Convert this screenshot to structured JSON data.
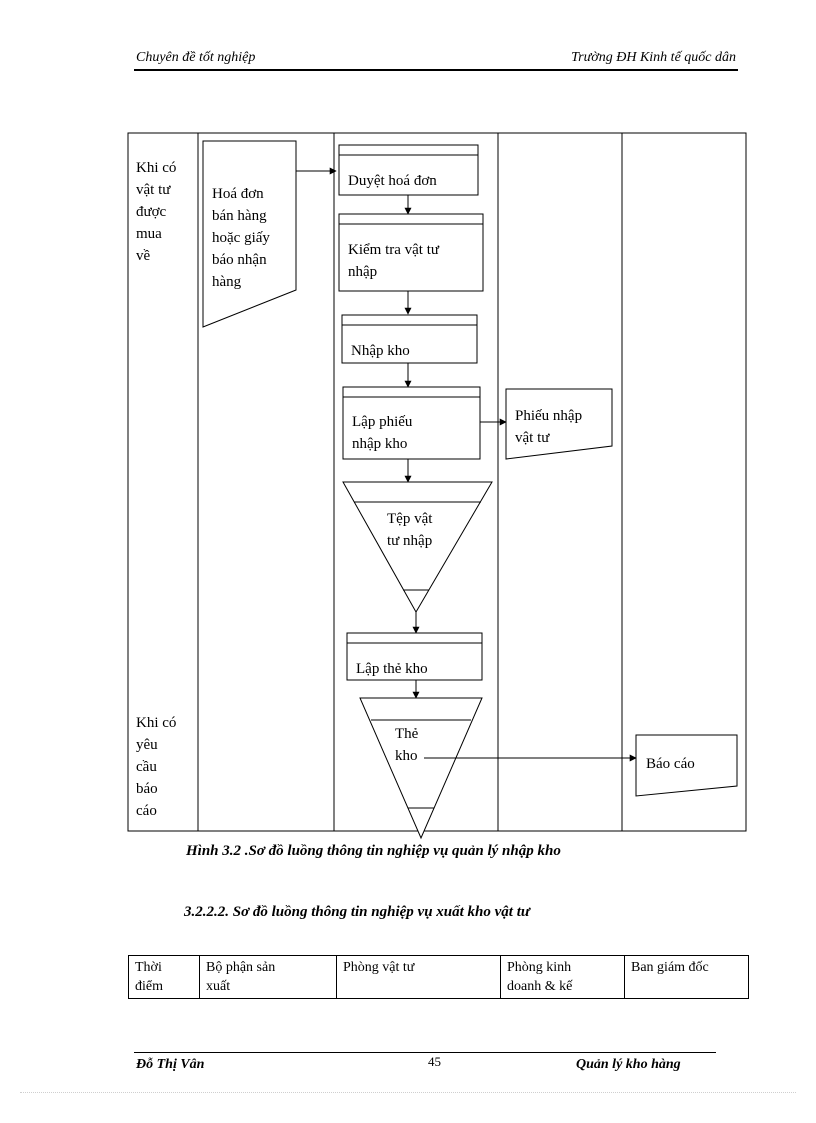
{
  "header": {
    "left": "Chuyên  đề tốt nghiệp",
    "right": "Trường ĐH  Kinh tế quốc dân"
  },
  "diagram": {
    "when_bought": [
      "Khi có",
      "vật tư",
      "được",
      "mua",
      "về"
    ],
    "when_report": [
      "Khi có",
      "yêu",
      "cầu",
      "báo",
      "cáo"
    ],
    "invoice_doc": [
      "Hoá đơn",
      "bán hàng",
      "hoặc giấy",
      "báo nhận",
      "hàng"
    ],
    "approve_invoice": [
      "Duyệt  hoá đơn"
    ],
    "check_materials": [
      "Kiểm  tra vật tư",
      "nhập"
    ],
    "warehouse_in": [
      "Nhập kho"
    ],
    "create_receipt": [
      "Lập phiếu",
      "nhập kho"
    ],
    "receipt_doc": [
      "Phiếu nhập",
      "vật tư"
    ],
    "materials_file": [
      "Tệp vật",
      "tư nhập"
    ],
    "create_card": [
      "Lập thẻ kho"
    ],
    "warehouse_card": [
      "Thẻ",
      "kho"
    ],
    "report_doc": [
      "Báo cáo"
    ]
  },
  "caption": "Hình 3.2 .Sơ đồ luồng thông tin nghiệp vụ quản lý nhập kho",
  "section_title": "3.2.2.2. Sơ đồ luồng thông tin nghiệp vụ xuất kho vật tư",
  "lanes_table": {
    "headers": [
      [
        "Thời",
        "điểm"
      ],
      [
        "Bộ phận sản",
        "xuất"
      ],
      [
        "Phòng vật tư",
        ""
      ],
      [
        "Phòng kinh",
        "doanh & kế"
      ],
      [
        "Ban giám  đốc",
        ""
      ]
    ]
  },
  "footer": {
    "left": "Đỗ  Thị Vân",
    "page": "45",
    "right": "Quản  lý kho hàng"
  }
}
